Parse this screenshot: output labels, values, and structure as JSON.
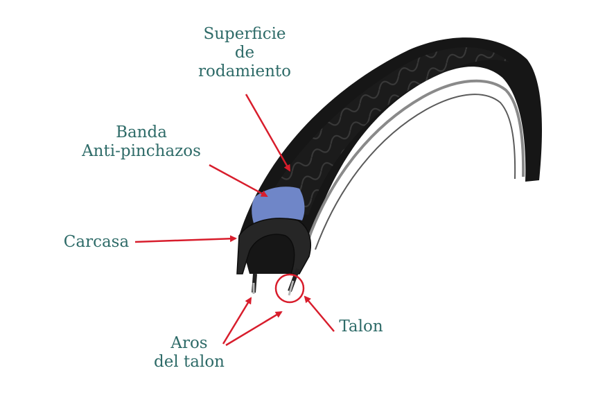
{
  "colors": {
    "label": "#2e6b68",
    "arrow": "#d81d2c",
    "tire": "#161616",
    "tread_groove": "#3a3a3a",
    "sidewall_stripe": "#8a8a8a",
    "puncture_band": "#6f86c8",
    "bead_wire": "#b7b7b7"
  },
  "labels": {
    "tread": {
      "lines": [
        "Superficie",
        "de",
        "rodamiento"
      ]
    },
    "band": {
      "lines": [
        "Banda",
        "Anti-pinchazos"
      ]
    },
    "casing": {
      "lines": [
        "Carcasa"
      ]
    },
    "bead_wires": {
      "lines": [
        "Aros",
        "del talon"
      ]
    },
    "bead": {
      "lines": [
        "Talon"
      ]
    }
  },
  "icons": {
    "tire": "bicycle-tire-cross-section",
    "arrow": "red-arrow",
    "circle": "bead-highlight-circle"
  }
}
